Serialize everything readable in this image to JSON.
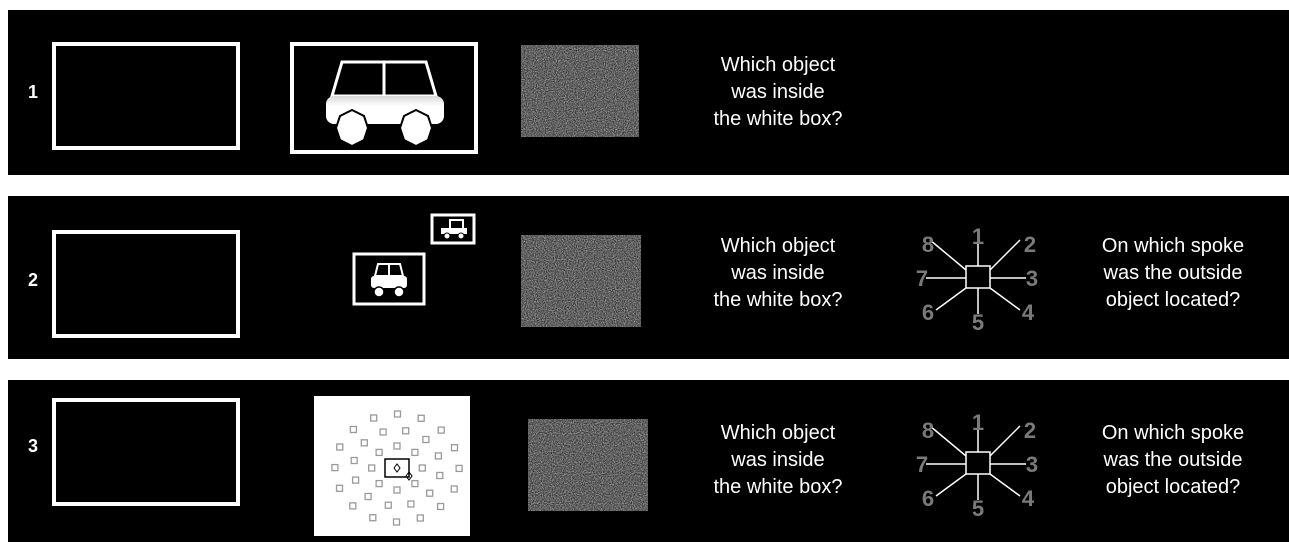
{
  "panels": [
    {
      "number": "1",
      "question": "Which object\nwas inside\nthe white box?"
    },
    {
      "number": "2",
      "question": "Which object\nwas inside\nthe white box?",
      "spoke_labels": [
        "1",
        "2",
        "3",
        "4",
        "5",
        "6",
        "7",
        "8"
      ],
      "spoke_question": "On which spoke\nwas the outside\nobject located?"
    },
    {
      "number": "3",
      "question": "Which object\nwas inside\nthe white box?",
      "spoke_labels": [
        "1",
        "2",
        "3",
        "4",
        "5",
        "6",
        "7",
        "8"
      ],
      "spoke_question": "On which spoke\nwas the outside\nobject located?"
    }
  ],
  "colors": {
    "background": "#000000",
    "stroke": "#ffffff",
    "spoke_gray": "#7a7a7a"
  }
}
